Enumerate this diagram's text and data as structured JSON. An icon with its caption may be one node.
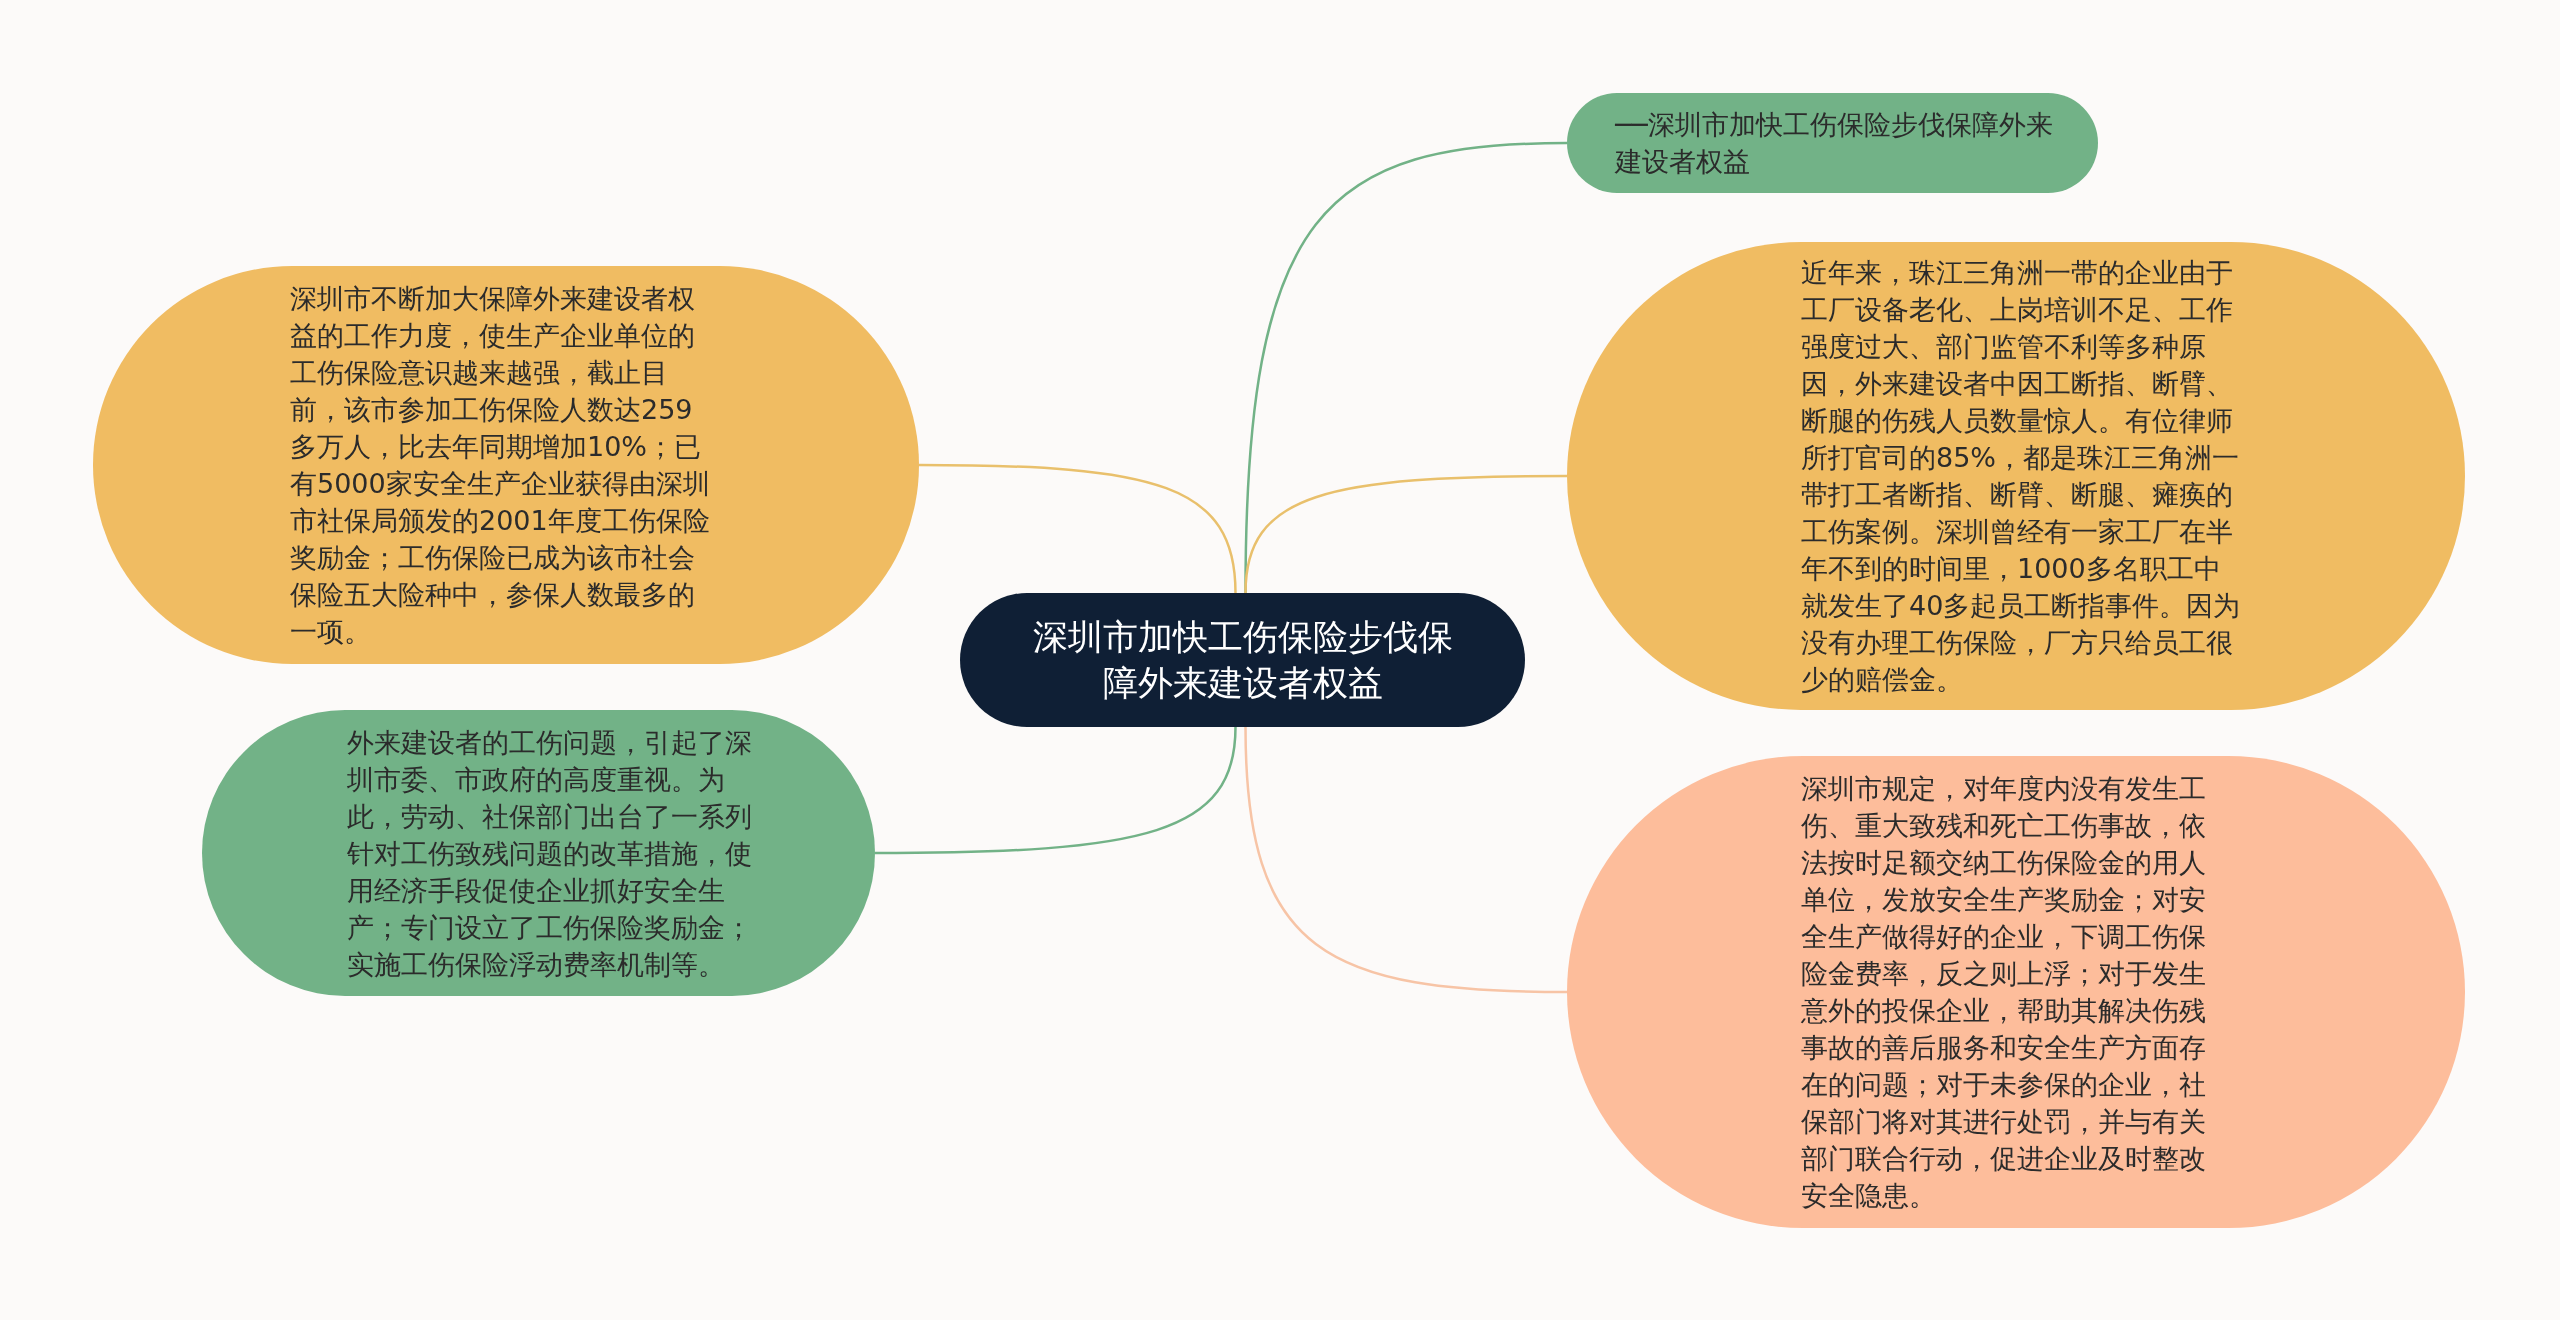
{
  "diagram": {
    "nodes": [
      {
        "text": [
          "深圳市加快工伤保险步伐保障外来建设者权益"
        ]
      },
      {
        "text": [
          "──深圳市加快工伤保险步伐保障外来建设者权益"
        ]
      },
      {
        "text": [
          "近年来，珠江三角洲一带的企业由于工厂设备老化、上岗培训不足、工作强度过大、部门监管不利等多种原因，外来建设者中因工断指、断臂、断腿的伤残人员数量惊人。有位律师所打官司的85%，都是珠江三角洲一带打工者断指、断臂、断腿、瘫痪的工伤案例。深圳曾经有一家工厂在半年不到的时间里，1000多名职工中就发生了40多起员工断指事件。因为没有办理工伤保险，厂方只给员工很少的赔偿金。"
        ]
      },
      {
        "text": [
          "深圳市规定，对年度内没有发生工伤、重大致残和死亡工伤事故，依法按时足额交纳工伤保险金的用人单位，发放安全生产奖励金；对安全生产做得好的企业，下调工伤保险金费率，反之则上浮；对于发生意外的投保企业，帮助其解决伤残事故的善后服务和安全生产方面存在的问题；对于未参保的企业，社保部门将对其进行处罚，并与有关部门联合行动，促进企业及时整改安全隐患。"
        ]
      },
      {
        "text": [
          "深圳市不断加大保障外来建设者权益的工作力度，使生产企业单位的工伤保险意识越来越强，截止目前，该市参加工伤保险人数达259多万人，比去年同期增加10%；已有5000家安全生产企业获得由深圳市社保局颁发的2001年度工伤保险奖励金；工伤保险已成为该市社会保险五大险种中，参保人数最多的一项。"
        ]
      },
      {
        "text": [
          "外来建设者的工伤问题，引起了深圳市委、市政府的高度重视。为此，劳动、社保部门出台了一系列针对工伤致残问题的改革措施，使用经济手段促使企业抓好安全生产；专门设立了工伤保险奖励金；实施工伤保险浮动费率机制等。"
        ]
      }
    ],
    "edges": [
      {
        "from": 0,
        "to": 1,
        "arrow": "none",
        "color": "#72b287"
      },
      {
        "from": 0,
        "to": 2,
        "arrow": "none",
        "color": "#e9c06c"
      },
      {
        "from": 0,
        "to": 3,
        "arrow": "none",
        "color": "#f7c4a6"
      },
      {
        "from": 0,
        "to": 4,
        "arrow": "none",
        "color": "#e9c06c"
      },
      {
        "from": 0,
        "to": 5,
        "arrow": "none",
        "color": "#72b287"
      }
    ]
  }
}
